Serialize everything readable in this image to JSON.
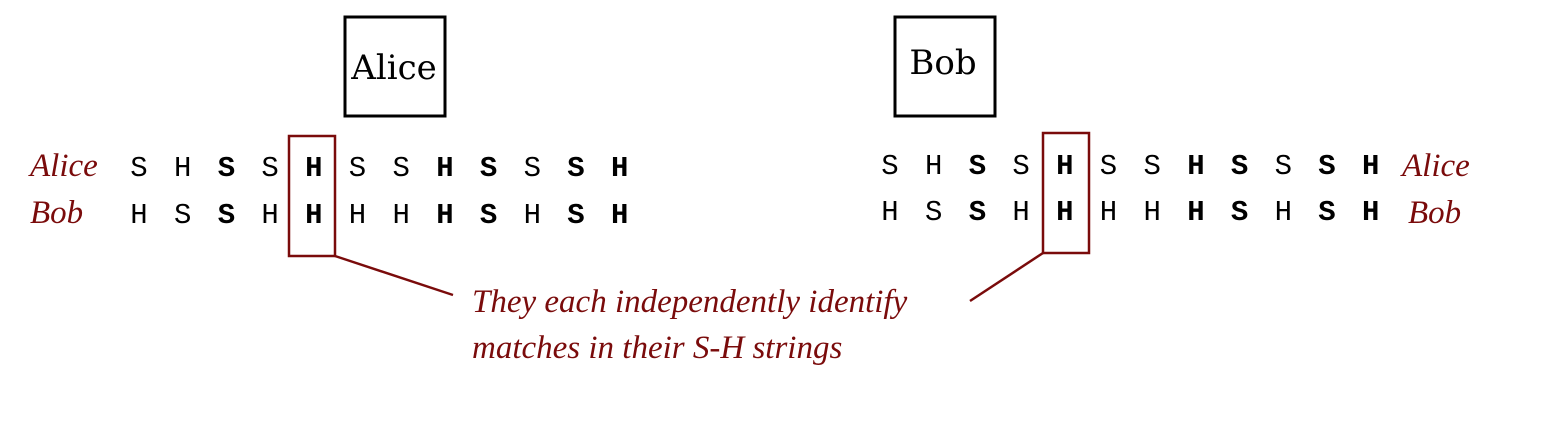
{
  "parties": {
    "alice_name": "Alice",
    "bob_name": "Bob"
  },
  "left_block": {
    "row_labels": [
      "Alice",
      "Bob"
    ],
    "sequences": [
      [
        {
          "c": "S",
          "b": false
        },
        {
          "c": "H",
          "b": false
        },
        {
          "c": "S",
          "b": true
        },
        {
          "c": "S",
          "b": false
        },
        {
          "c": "H",
          "b": true
        },
        {
          "c": "S",
          "b": false
        },
        {
          "c": "S",
          "b": false
        },
        {
          "c": "H",
          "b": true
        },
        {
          "c": "S",
          "b": true
        },
        {
          "c": "S",
          "b": false
        },
        {
          "c": "S",
          "b": true
        },
        {
          "c": "H",
          "b": true
        }
      ],
      [
        {
          "c": "H",
          "b": false
        },
        {
          "c": "S",
          "b": false
        },
        {
          "c": "S",
          "b": true
        },
        {
          "c": "H",
          "b": false
        },
        {
          "c": "H",
          "b": true
        },
        {
          "c": "H",
          "b": false
        },
        {
          "c": "H",
          "b": false
        },
        {
          "c": "H",
          "b": true
        },
        {
          "c": "S",
          "b": true
        },
        {
          "c": "H",
          "b": false
        },
        {
          "c": "S",
          "b": true
        },
        {
          "c": "H",
          "b": true
        }
      ]
    ],
    "highlight_index": 4
  },
  "right_block": {
    "row_labels": [
      "Alice",
      "Bob"
    ],
    "sequences": [
      [
        {
          "c": "S",
          "b": false
        },
        {
          "c": "H",
          "b": false
        },
        {
          "c": "S",
          "b": true
        },
        {
          "c": "S",
          "b": false
        },
        {
          "c": "H",
          "b": true
        },
        {
          "c": "S",
          "b": false
        },
        {
          "c": "S",
          "b": false
        },
        {
          "c": "H",
          "b": true
        },
        {
          "c": "S",
          "b": true
        },
        {
          "c": "S",
          "b": false
        },
        {
          "c": "S",
          "b": true
        },
        {
          "c": "H",
          "b": true
        }
      ],
      [
        {
          "c": "H",
          "b": false
        },
        {
          "c": "S",
          "b": false
        },
        {
          "c": "S",
          "b": true
        },
        {
          "c": "H",
          "b": false
        },
        {
          "c": "H",
          "b": true
        },
        {
          "c": "H",
          "b": false
        },
        {
          "c": "H",
          "b": false
        },
        {
          "c": "H",
          "b": true
        },
        {
          "c": "S",
          "b": true
        },
        {
          "c": "H",
          "b": false
        },
        {
          "c": "S",
          "b": true
        },
        {
          "c": "H",
          "b": true
        }
      ]
    ],
    "highlight_index": 4
  },
  "callout": {
    "line1": "They each independently identify",
    "line2": "matches in their S-H strings"
  },
  "colors": {
    "accent": "#7a0b0b",
    "ink": "#000000"
  }
}
